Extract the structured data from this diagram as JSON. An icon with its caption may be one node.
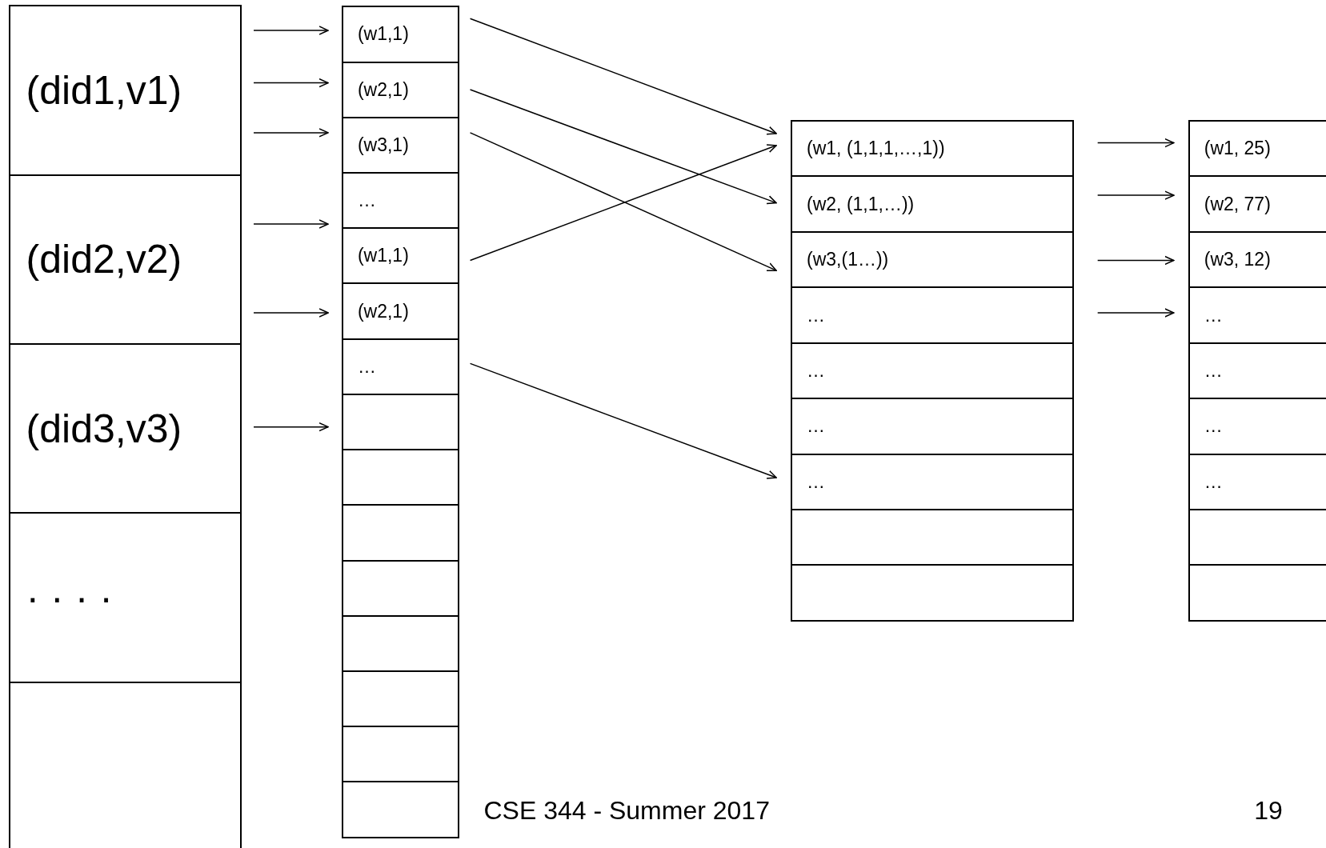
{
  "diagram": {
    "nodes": [
      {
        "text": [
          "(did1,v1)"
        ]
      },
      {
        "text": [
          "(did2,v2)"
        ]
      },
      {
        "text": [
          "(did3,v3)"
        ]
      },
      {
        "text": [
          "· · · ·"
        ]
      },
      {
        "text": [],
        "shape": "box"
      },
      {
        "text": [
          "(w1,1)"
        ]
      },
      {
        "text": [
          "(w2,1)"
        ]
      },
      {
        "text": [
          "(w3,1)"
        ]
      },
      {
        "text": [
          "…"
        ]
      },
      {
        "text": [
          "(w1,1)"
        ]
      },
      {
        "text": [
          "(w2,1)"
        ]
      },
      {
        "text": [
          "…"
        ]
      },
      {
        "text": [],
        "shape": "box"
      },
      {
        "text": [],
        "shape": "box"
      },
      {
        "text": [],
        "shape": "box"
      },
      {
        "text": [],
        "shape": "box"
      },
      {
        "text": [],
        "shape": "box"
      },
      {
        "text": [],
        "shape": "box"
      },
      {
        "text": [],
        "shape": "box"
      },
      {
        "text": [],
        "shape": "box"
      },
      {
        "text": [
          "(w1, (1,1,1,…,1))"
        ]
      },
      {
        "text": [
          "(w2, (1,1,…))"
        ]
      },
      {
        "text": [
          "(w3,(1…))"
        ]
      },
      {
        "text": [
          "…"
        ]
      },
      {
        "text": [
          "…"
        ]
      },
      {
        "text": [
          "…"
        ]
      },
      {
        "text": [
          "…"
        ]
      },
      {
        "text": [],
        "shape": "box"
      },
      {
        "text": [],
        "shape": "box"
      },
      {
        "text": [
          "(w1, 25)"
        ]
      },
      {
        "text": [
          "(w2, 77)"
        ]
      },
      {
        "text": [
          "(w3, 12)"
        ]
      },
      {
        "text": [
          "…"
        ]
      },
      {
        "text": [
          "…"
        ]
      },
      {
        "text": [
          "…"
        ]
      },
      {
        "text": [
          "…"
        ]
      },
      {
        "text": [],
        "shape": "box"
      },
      {
        "text": [],
        "shape": "box"
      }
    ],
    "edges": [
      {
        "from": 0,
        "to": 5,
        "arrow": "to"
      },
      {
        "from": 0,
        "to": 6,
        "arrow": "to"
      },
      {
        "from": 0,
        "to": 7,
        "arrow": "to"
      },
      {
        "from": 1,
        "to": 9,
        "arrow": "to"
      },
      {
        "from": 1,
        "to": 10,
        "arrow": "to"
      },
      {
        "from": 2,
        "to": 12,
        "arrow": "to"
      },
      {
        "from": 5,
        "to": 20,
        "arrow": "to"
      },
      {
        "from": 6,
        "to": 21,
        "arrow": "to"
      },
      {
        "from": 7,
        "to": 22,
        "arrow": "to"
      },
      {
        "from": 9,
        "to": 20,
        "arrow": "to"
      },
      {
        "from": 11,
        "to": 26,
        "arrow": "to"
      },
      {
        "from": 20,
        "to": 29,
        "arrow": "to"
      },
      {
        "from": 21,
        "to": 30,
        "arrow": "to"
      },
      {
        "from": 22,
        "to": 31,
        "arrow": "to"
      },
      {
        "from": 23,
        "to": 32,
        "arrow": "to"
      }
    ],
    "labels": [
      "CSE 344 - Summer 2017",
      "19"
    ]
  }
}
